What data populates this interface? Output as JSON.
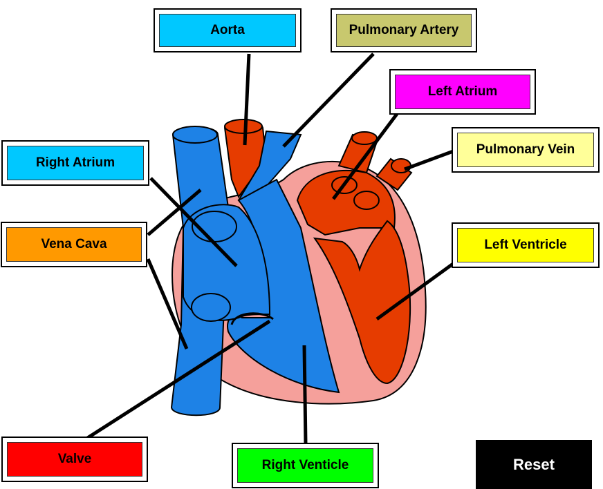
{
  "labels": {
    "aorta": {
      "text": "Aorta",
      "color": "#00c8ff"
    },
    "pulmonary_artery": {
      "text": "Pulmonary Artery",
      "color": "#c8c86e"
    },
    "left_atrium": {
      "text": "Left Atrium",
      "color": "#ff00ff"
    },
    "pulmonary_vein": {
      "text": "Pulmonary Vein",
      "color": "#ffff99"
    },
    "right_atrium": {
      "text": "Right Atrium",
      "color": "#00c8ff"
    },
    "vena_cava": {
      "text": "Vena Cava",
      "color": "#ff9900"
    },
    "left_ventricle": {
      "text": "Left Ventricle",
      "color": "#ffff00"
    },
    "valve": {
      "text": "Valve",
      "color": "#ff0000"
    },
    "right_ventricle": {
      "text": "Right Venticle",
      "color": "#00ff00"
    }
  },
  "reset_label": "Reset",
  "colors": {
    "oxygenated": "#e63c00",
    "deoxygenated": "#1e82e6",
    "tissue": "#f5a09b",
    "line": "#000000"
  }
}
